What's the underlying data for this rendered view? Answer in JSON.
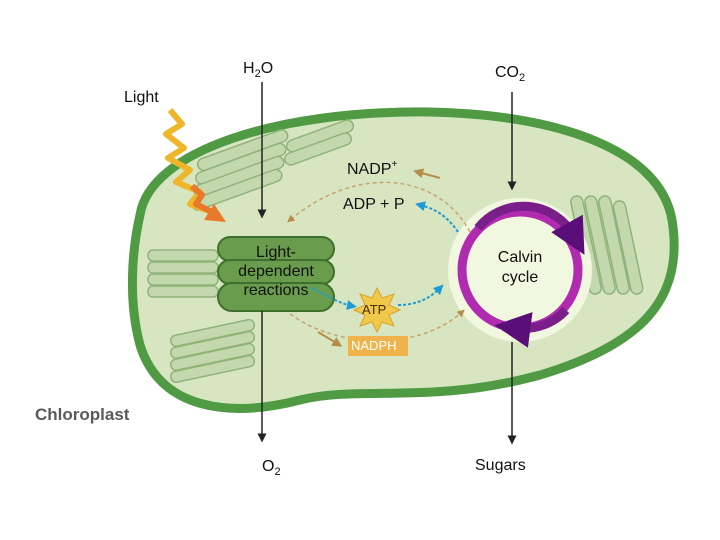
{
  "labels": {
    "h2o_main": "H",
    "h2o_sub": "2",
    "h2o_tail": "O",
    "co2_main": "CO",
    "co2_sub": "2",
    "light": "Light",
    "nadp_main": "NADP",
    "nadp_sup": "+",
    "adp": "ADP + P",
    "light_reactions_line1": "Light-",
    "light_reactions_line2": "dependent",
    "light_reactions_line3": "reactions",
    "calvin_line1": "Calvin",
    "calvin_line2": "cycle",
    "atp": "ATP",
    "nadph": "NADPH",
    "chloroplast": "Chloroplast",
    "o2_main": "O",
    "o2_sub": "2",
    "sugars": "Sugars"
  },
  "colors": {
    "stroma": "#d7e6c1",
    "membrane": "#4f9a43",
    "thylakoid": "#6a9c4d",
    "calvin_ring": "#8b1f8f",
    "calvin_inner": "#f2f7df",
    "light_wave": "#f0b62a",
    "nadph_box": "#f0b24a",
    "arrow_blue": "#1e9ad6",
    "arrow_tan": "#b58c4a"
  }
}
